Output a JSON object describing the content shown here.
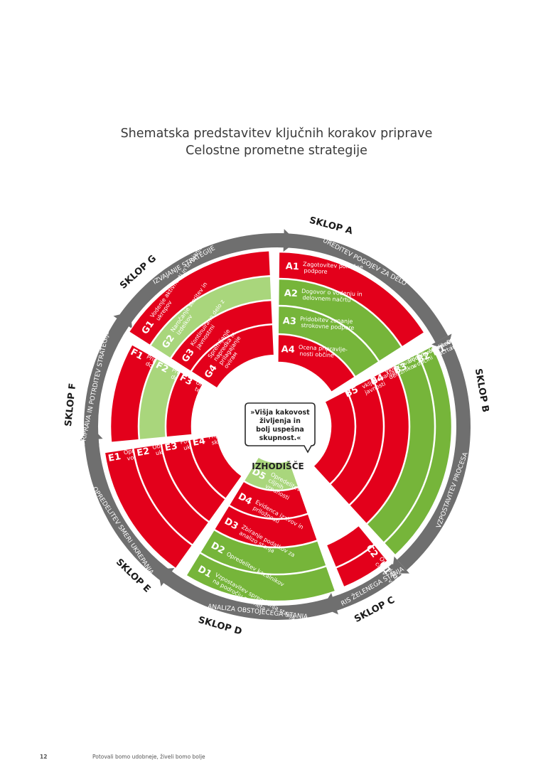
{
  "title": {
    "line1": "Shematska predstavitev ključnih korakov priprave",
    "line2": "Celostne prometne strategije"
  },
  "center": {
    "bubble": [
      "»Višja kakovost",
      "življenja in",
      "bolj uspešna",
      "skupnost.«"
    ],
    "label": "IZHODIŠČE"
  },
  "colors": {
    "red": "#e3001b",
    "green": "#76b53a",
    "light_green": "#a9d67c",
    "gray": "#6f6f6f",
    "title_text": "#3a3a3a"
  },
  "clusters": [
    {
      "id": "A",
      "label": "SKLOP A",
      "band": "UREDITEV POGOJEV ZA DELO",
      "steps": [
        {
          "code": "A1",
          "text": [
            "Zagotovitev politične",
            "podpore"
          ],
          "color": "red"
        },
        {
          "code": "A2",
          "text": [
            "Dogovor o vodenju in",
            "delovnem načrtu"
          ],
          "color": "green"
        },
        {
          "code": "A3",
          "text": [
            "Pridobitev zunanje",
            "strokovne podpore"
          ],
          "color": "green"
        },
        {
          "code": "A4",
          "text": [
            "Ocena pripravlje-",
            "nosti občine"
          ],
          "color": "red"
        }
      ]
    },
    {
      "id": "B",
      "label": "SKLOP B",
      "band": "VZPOSTAVITEV PROCESA",
      "steps": [
        {
          "code": "B1",
          "text": [
            "Opredelitev območja obravnave",
            "in odgovornosti"
          ],
          "color": "green"
        },
        {
          "code": "B2",
          "text": [
            "Oblikovanje časovnega",
            "načrta"
          ],
          "color": "green"
        },
        {
          "code": "B3",
          "text": [
            "Sodelovanje sektorjev",
            "v občini"
          ],
          "color": "red"
        },
        {
          "code": "B4",
          "text": [
            "Vključevanje ključnih",
            "deležnikov"
          ],
          "color": "red"
        },
        {
          "code": "B5",
          "text": [
            "Načrtovanje",
            "vključevanja",
            "javnosti"
          ],
          "color": "red"
        }
      ]
    },
    {
      "id": "C",
      "label": "SKLOP C",
      "band": "ORIS ŽELENEGA STANJA",
      "steps": [
        {
          "code": "C1",
          "text": [
            "Oblikovanje",
            "vizije"
          ],
          "color": "red"
        },
        {
          "code": "C2",
          "text": [
            "Opredelitev",
            "ciljev"
          ],
          "color": "red"
        }
      ]
    },
    {
      "id": "D",
      "label": "SKLOP D",
      "band": "ANALIZA OBSTOJEČEGA STANJA",
      "steps": [
        {
          "code": "D1",
          "text": [
            "Vzpostavitev spremljanja stanja",
            "na področju prometa"
          ],
          "color": "green"
        },
        {
          "code": "D2",
          "text": [
            "Opredelitev kazalnikov"
          ],
          "color": "green"
        },
        {
          "code": "D3",
          "text": [
            "Zbiranje podatkov za",
            "analizo stanja"
          ],
          "color": "red"
        },
        {
          "code": "D4",
          "text": [
            "Evidenca izzivov in",
            "priložnosti"
          ],
          "color": "red"
        },
        {
          "code": "D5",
          "text": [
            "Opredelitev",
            "ciljnih",
            "vrednosti"
          ],
          "color": "light_green"
        }
      ]
    },
    {
      "id": "E",
      "label": "SKLOP E",
      "band": "OPREDELITEV SMERI UKREPANJA",
      "steps": [
        {
          "code": "E1",
          "text": [
            "Opredelitev strateških",
            "vodil"
          ],
          "color": "red"
        },
        {
          "code": "E2",
          "text": [
            "Oblikovanje seznama",
            "ukrepov"
          ],
          "color": "red"
        },
        {
          "code": "E3",
          "text": [
            "Povezovanje",
            "ukrepov v svežnje"
          ],
          "color": "red"
        },
        {
          "code": "E4",
          "text": [
            "Priprava akcij-",
            "skega načrta"
          ],
          "color": "red"
        }
      ]
    },
    {
      "id": "F",
      "label": "SKLOP F",
      "band": "PRIPRAVA IN POTRDITEV STRATEGIJE",
      "steps": [
        {
          "code": "F1",
          "text": [
            "Priprava predloga",
            "dokumenta"
          ],
          "color": "red"
        },
        {
          "code": "F2",
          "text": [
            "Presoja vsebine",
            "dokumenta"
          ],
          "color": "light_green"
        },
        {
          "code": "F3",
          "text": [
            "Uradna potrdi-",
            "tev Strategije"
          ],
          "color": "red"
        }
      ]
    },
    {
      "id": "G",
      "label": "SKLOP G",
      "band": "IZVAJANJE STRATEGIJE",
      "steps": [
        {
          "code": "G1",
          "text": [
            "Vodenje aktivnosti in izvajanje",
            "ukrepov"
          ],
          "color": "red"
        },
        {
          "code": "G2",
          "text": [
            "Naročanje storitev in",
            "izdelkov"
          ],
          "color": "light_green"
        },
        {
          "code": "G3",
          "text": [
            "Kontinuirano delo z",
            "javnostmi"
          ],
          "color": "red"
        },
        {
          "code": "G4",
          "text": [
            "Spremljanje",
            "napredka in",
            "prilagajanje",
            "ovirам"
          ],
          "color": "red"
        }
      ]
    }
  ],
  "footer": {
    "page_number": "12",
    "slogan": "Potovali bomo udobneje, živeli bomo bolje"
  }
}
